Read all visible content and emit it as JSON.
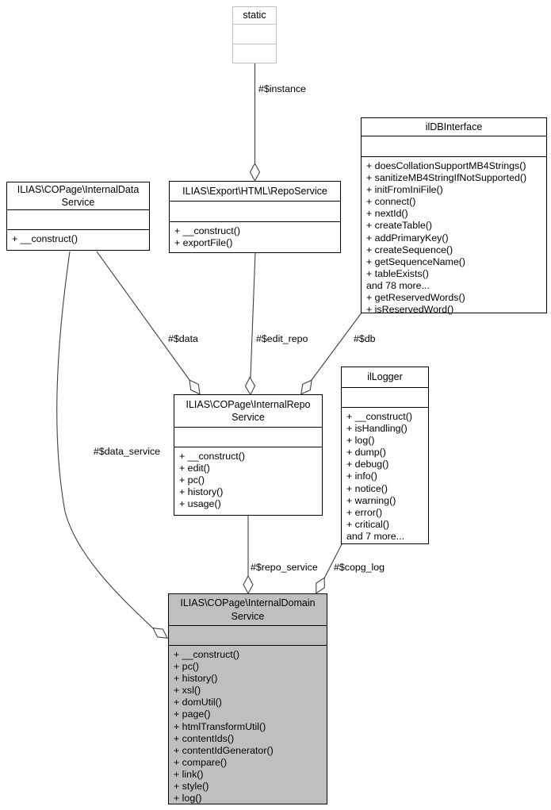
{
  "diagram": {
    "background": "#ffffff",
    "line_color": "#404040",
    "highlight_fill": "#bfbfbf",
    "muted_border": "#c0c0c0"
  },
  "nodes": {
    "static": {
      "title": "static",
      "members": []
    },
    "internal_data_service": {
      "title": "ILIAS\\COPage\\InternalData\nService",
      "members": [
        "+ __construct()"
      ]
    },
    "repo_service": {
      "title": "ILIAS\\Export\\HTML\\RepoService",
      "members": [
        "+ __construct()",
        "+ exportFile()"
      ]
    },
    "db_interface": {
      "title": "ilDBInterface",
      "members": [
        "+ doesCollationSupportMB4Strings()",
        "+ sanitizeMB4StringIfNotSupported()",
        "+ initFromIniFile()",
        "+ connect()",
        "+ nextId()",
        "+ createTable()",
        "+ addPrimaryKey()",
        "+ createSequence()",
        "+ getSequenceName()",
        "+ tableExists()",
        "and 78 more...",
        "+ getReservedWords()",
        "+ isReservedWord()"
      ]
    },
    "logger": {
      "title": "ilLogger",
      "members": [
        "+ __construct()",
        "+ isHandling()",
        "+ log()",
        "+ dump()",
        "+ debug()",
        "+ info()",
        "+ notice()",
        "+ warning()",
        "+ error()",
        "+ critical()",
        "and 7 more..."
      ]
    },
    "internal_repo_service": {
      "title": "ILIAS\\COPage\\InternalRepo\nService",
      "members": [
        "+ __construct()",
        "+ edit()",
        "+ pc()",
        "+ history()",
        "+ usage()"
      ]
    },
    "internal_domain_service": {
      "title": "ILIAS\\COPage\\InternalDomain\nService",
      "members": [
        "+ __construct()",
        "+ pc()",
        "+ history()",
        "+ xsl()",
        "+ domUtil()",
        "+ page()",
        "+ htmlTransformUtil()",
        "+ contentIds()",
        "+ contentIdGenerator()",
        "+ compare()",
        "+ link()",
        "+ style()",
        "+ log()"
      ]
    }
  },
  "edge_labels": {
    "instance": "#$instance",
    "data": "#$data",
    "edit_repo": "#$edit_repo",
    "db": "#$db",
    "data_service": "#$data_service",
    "repo_service": "#$repo_service",
    "copg_log": "#$copg_log"
  }
}
